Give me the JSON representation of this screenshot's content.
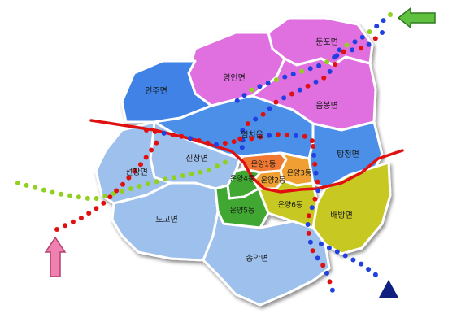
{
  "map": {
    "regions": [
      {
        "id": "dunpo",
        "label": "둔포면",
        "color": "#e070e0"
      },
      {
        "id": "yeongin",
        "label": "영인면",
        "color": "#e070e0"
      },
      {
        "id": "eumbong",
        "label": "음봉면",
        "color": "#e070e0"
      },
      {
        "id": "inju",
        "label": "인주면",
        "color": "#3f82e6"
      },
      {
        "id": "baebang",
        "label": "배방면",
        "color": "#c8c820"
      },
      {
        "id": "tangjeong",
        "label": "탕정면",
        "color": "#4b8fe8"
      },
      {
        "id": "yeomchi",
        "label": "염치읍",
        "color": "#4b8fe8"
      },
      {
        "id": "sinchang",
        "label": "신창면",
        "color": "#9ec0ec"
      },
      {
        "id": "seonjang",
        "label": "선장면",
        "color": "#9ec0ec"
      },
      {
        "id": "dogo",
        "label": "도고면",
        "color": "#9ec0ec"
      },
      {
        "id": "songak",
        "label": "송악면",
        "color": "#9ec0ec"
      },
      {
        "id": "onyang1",
        "label": "온양1동",
        "color": "#f07830"
      },
      {
        "id": "onyang2",
        "label": "온양2동",
        "color": "#f0a030"
      },
      {
        "id": "onyang3",
        "label": "온양3동",
        "color": "#f0a030"
      },
      {
        "id": "onyang4",
        "label": "온양4동",
        "color": "#40a830"
      },
      {
        "id": "onyang5",
        "label": "온양5동",
        "color": "#40a830"
      },
      {
        "id": "onyang6",
        "label": "온양6동",
        "color": "#c8c820"
      }
    ],
    "routes": {
      "red_line_color": "#e01010",
      "dot_colors": [
        "#e01010",
        "#2040e0",
        "#90d020"
      ]
    },
    "markers": [
      {
        "id": "green-arrow",
        "color": "#60c040"
      },
      {
        "id": "pink-arrow",
        "color": "#f080b0"
      },
      {
        "id": "blue-triangle",
        "color": "#102080"
      }
    ]
  }
}
